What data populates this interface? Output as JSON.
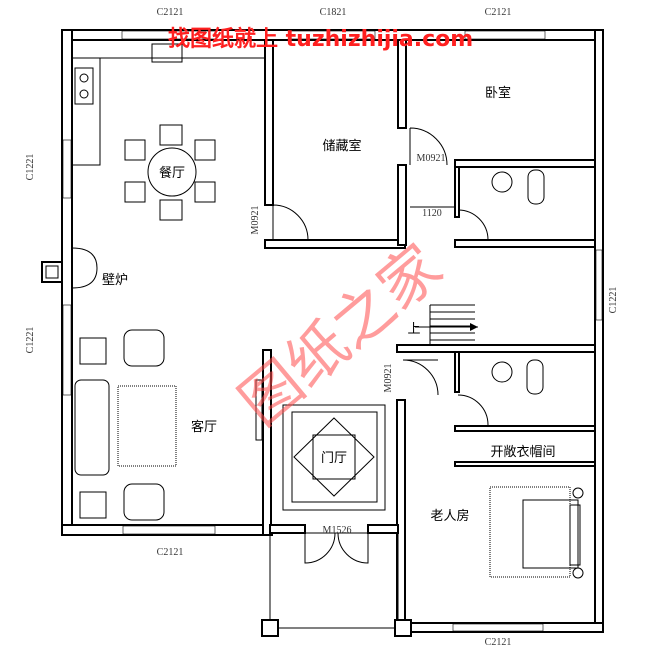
{
  "watermark_top": "找图纸就上 tuzhizhijia.com",
  "watermark_center": "图纸之家",
  "rooms": {
    "dining": "餐厅",
    "storage": "储藏室",
    "bedroom": "卧室",
    "fireplace": "壁炉",
    "living": "客厅",
    "entry_hall": "门厅",
    "walk_in_closet": "开敞衣帽间",
    "elderly_room": "老人房",
    "stairs_up": "上"
  },
  "windows": {
    "top_left": "C2121",
    "top_middle": "C1821",
    "top_right": "C2121",
    "left_upper": "C1221",
    "left_lower": "C1221",
    "right": "C1221",
    "bottom_left": "C2121",
    "bottom_right": "C2121"
  },
  "doors": {
    "storage": "M0921",
    "bedroom": "M0921",
    "entry_side": "M0921",
    "main_entry": "M1526"
  },
  "dimensions": {
    "corridor_width": "1120"
  }
}
